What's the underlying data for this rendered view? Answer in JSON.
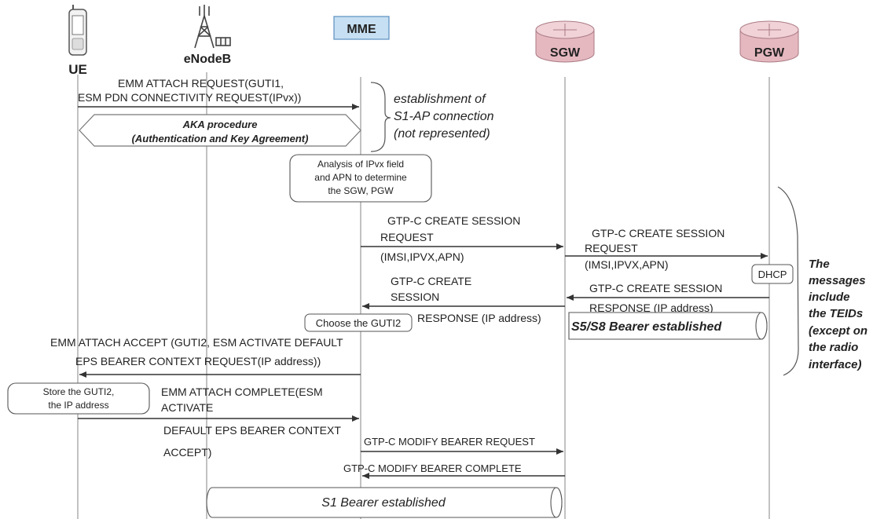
{
  "colors": {
    "line": "#444444",
    "lifeline": "#999999",
    "mme_fill": "#c6dff2",
    "mme_border": "#5a8fc0",
    "router_fill": "#e5b8bf",
    "router_dark": "#c98e99",
    "note_border": "#555555",
    "text": "#222222"
  },
  "entities": {
    "ue": "UE",
    "enodeb": "eNodeB",
    "mme": "MME",
    "sgw": "SGW",
    "pgw": "PGW"
  },
  "icons": {
    "ue": "mobile-phone-icon",
    "enodeb": "antenna-tower-icon",
    "sgw": "router-icon",
    "pgw": "router-icon"
  },
  "messages": {
    "attach_req_1": "EMM ATTACH REQUEST(GUTI1,",
    "attach_req_2": "ESM PDN CONNECTIVITY REQUEST(IPvx))",
    "aka_1": "AKA procedure",
    "aka_2": "(Authentication and Key Agreement)",
    "s1ap_1": "establishment of",
    "s1ap_2": "S1-AP connection",
    "s1ap_3": "(not represented)",
    "analysis_1": "Analysis of IPvx field",
    "analysis_2": "and APN to determine",
    "analysis_3": "the SGW, PGW",
    "cs_req_mme_1": "GTP-C CREATE SESSION",
    "cs_req_mme_2": "REQUEST",
    "cs_req_mme_3": "(IMSI,IPVX,APN)",
    "cs_req_sgw_1": "GTP-C CREATE SESSION",
    "cs_req_sgw_2": "REQUEST",
    "cs_req_sgw_3": "(IMSI,IPVX,APN)",
    "dhcp": "DHCP",
    "cs_resp_pgw_1": "GTP-C CREATE SESSION",
    "cs_resp_pgw_2": "RESPONSE (IP address)",
    "cs_resp_sgw_1": "GTP-C CREATE",
    "cs_resp_sgw_2": "SESSION",
    "cs_resp_sgw_3": "RESPONSE (IP address)",
    "choose_guti": "Choose the GUTI2",
    "s5s8_bearer": "S5/S8 Bearer established",
    "teid_1": "The",
    "teid_2": "messages",
    "teid_3": "include",
    "teid_4": "the TEIDs",
    "teid_5": "(except on",
    "teid_6": "the radio",
    "teid_7": "interface)",
    "attach_accept_1": "EMM ATTACH ACCEPT (GUTI2, ESM ACTIVATE DEFAULT",
    "attach_accept_2": "EPS BEARER CONTEXT REQUEST(IP address))",
    "store_1": "Store the GUTI2,",
    "store_2": "the IP address",
    "attach_complete_1": "EMM ATTACH COMPLETE(ESM",
    "attach_complete_2": "ACTIVATE",
    "attach_complete_3": "DEFAULT EPS BEARER CONTEXT",
    "attach_complete_4": "ACCEPT)",
    "modify_req": "GTP-C MODIFY BEARER REQUEST",
    "modify_complete": "GTP-C MODIFY BEARER COMPLETE",
    "s1_bearer": "S1 Bearer established"
  }
}
